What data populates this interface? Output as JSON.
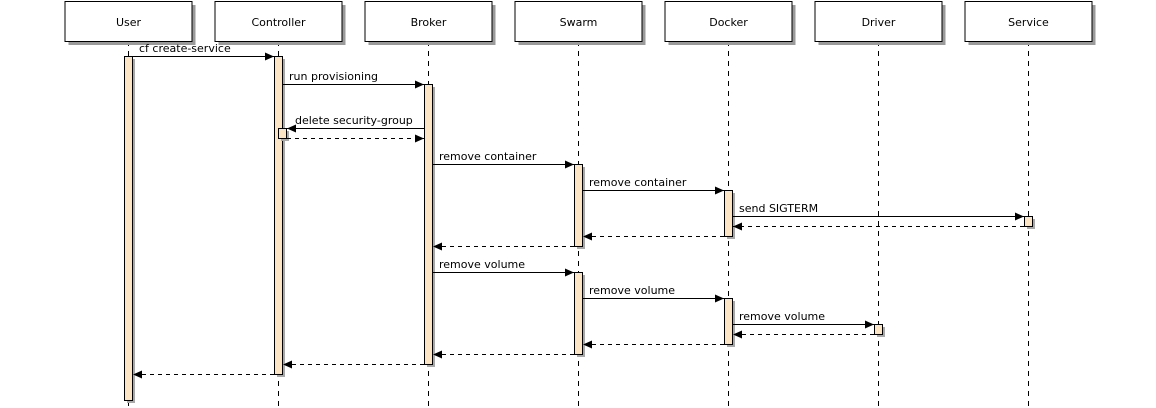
{
  "participants": [
    {
      "id": "user",
      "name": "User"
    },
    {
      "id": "controller",
      "name": "Controller"
    },
    {
      "id": "broker",
      "name": "Broker"
    },
    {
      "id": "swarm",
      "name": "Swarm"
    },
    {
      "id": "docker",
      "name": "Docker"
    },
    {
      "id": "driver",
      "name": "Driver"
    },
    {
      "id": "service",
      "name": "Service"
    }
  ],
  "messages": [
    {
      "from": "user",
      "to": "controller",
      "label": "cf create-service",
      "kind": "call"
    },
    {
      "from": "controller",
      "to": "broker",
      "label": "run provisioning",
      "kind": "call"
    },
    {
      "from": "broker",
      "to": "controller",
      "label": "delete security-group",
      "kind": "call"
    },
    {
      "from": "controller",
      "to": "broker",
      "label": "",
      "kind": "return"
    },
    {
      "from": "broker",
      "to": "swarm",
      "label": "remove container",
      "kind": "call"
    },
    {
      "from": "swarm",
      "to": "docker",
      "label": "remove container",
      "kind": "call"
    },
    {
      "from": "docker",
      "to": "service",
      "label": "send SIGTERM",
      "kind": "call"
    },
    {
      "from": "service",
      "to": "docker",
      "label": "",
      "kind": "return"
    },
    {
      "from": "docker",
      "to": "swarm",
      "label": "",
      "kind": "return"
    },
    {
      "from": "swarm",
      "to": "broker",
      "label": "",
      "kind": "return"
    },
    {
      "from": "broker",
      "to": "swarm",
      "label": "remove volume",
      "kind": "call"
    },
    {
      "from": "swarm",
      "to": "docker",
      "label": "remove volume",
      "kind": "call"
    },
    {
      "from": "docker",
      "to": "driver",
      "label": "remove volume",
      "kind": "call"
    },
    {
      "from": "driver",
      "to": "docker",
      "label": "",
      "kind": "return"
    },
    {
      "from": "docker",
      "to": "swarm",
      "label": "",
      "kind": "return"
    },
    {
      "from": "swarm",
      "to": "broker",
      "label": "",
      "kind": "return"
    },
    {
      "from": "broker",
      "to": "controller",
      "label": "",
      "kind": "return"
    },
    {
      "from": "controller",
      "to": "user",
      "label": "",
      "kind": "return"
    }
  ],
  "colors": {
    "activation_fill": "#fbe5c4",
    "line": "#000000",
    "box_fill": "#ffffff"
  }
}
